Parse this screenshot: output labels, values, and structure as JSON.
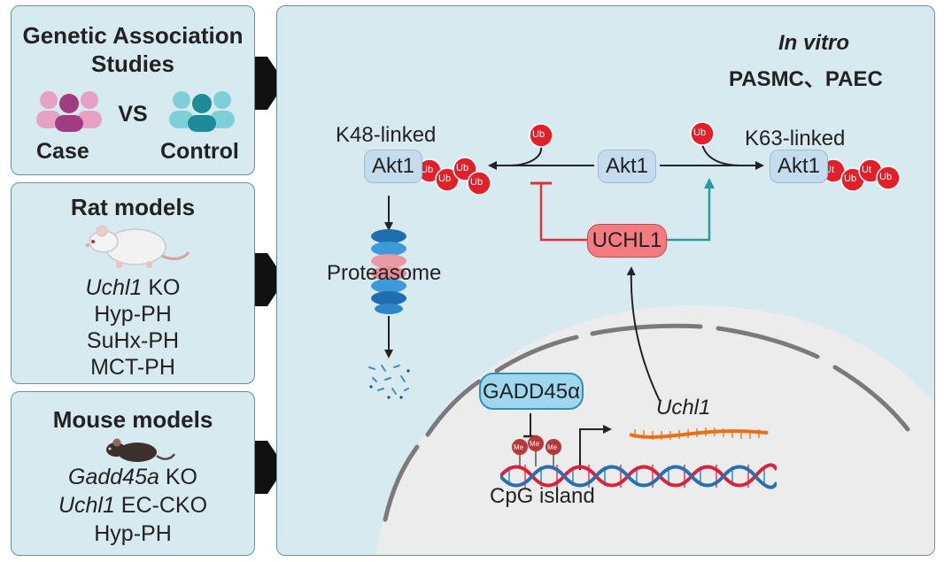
{
  "left_panels": {
    "genetic": {
      "title_line1": "Genetic Association",
      "title_line2": "Studies",
      "vs": "VS",
      "case_label": "Case",
      "control_label": "Control"
    },
    "rat": {
      "title": "Rat models",
      "gene": "Uchl1",
      "gene_suffix": " KO",
      "models": [
        "Hyp-PH",
        "SuHx-PH",
        "MCT-PH"
      ]
    },
    "mouse": {
      "title": "Mouse models",
      "gene1": "Gadd45a",
      "gene1_suffix": " KO",
      "gene2": "Uchl1",
      "gene2_suffix": " EC-CKO",
      "model": "Hyp-PH"
    }
  },
  "main": {
    "in_vitro": "In vitro",
    "cells": "PASMC、PAEC",
    "k48_label": "K48-linked",
    "k63_label": "K63-linked",
    "akt1": "Akt1",
    "ub": "Ub",
    "ub_alt": "Ut",
    "uchl1_protein": "UCHL1",
    "proteasome": "Proteasome",
    "gadd45a": "GADD45α",
    "uchl1_gene": "Uchl1",
    "me": "Me",
    "cpg": "CpG island"
  },
  "colors": {
    "panel_fill": "#d7eaf0",
    "panel_border": "#6c8f99",
    "ub_red": "#e3202a",
    "inhibit_red": "#e0313a",
    "activate_teal": "#2a9a9a",
    "uchl1_fill": "#f47c80",
    "gadd45a_fill": "#9fd8ee"
  }
}
